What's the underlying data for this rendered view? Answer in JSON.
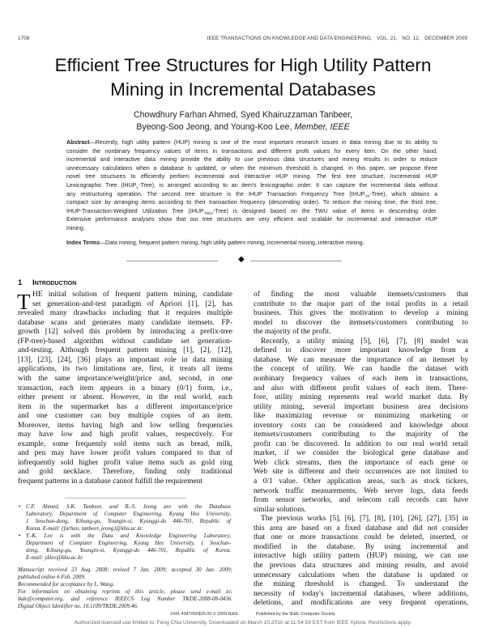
{
  "header": {
    "page_number": "1708",
    "journal": "IEEE TRANSACTIONS ON KNOWLEDGE AND DATA ENGINEERING,   VOL. 21,   NO. 12,   DECEMBER 2009"
  },
  "title": {
    "line1": "Efficient Tree Structures for High Utility Pattern",
    "line2": "Mining in Incremental Databases"
  },
  "authors": {
    "line1": "Chowdhury Farhan Ahmed, Syed Khairuzzaman Tanbeer,",
    "line2": "Byeong-Soo Jeong, and Young-Koo Lee,",
    "membership": "Member, IEEE"
  },
  "abstract": {
    "label": "Abstract",
    "lines": [
      "—Recently, high utility pattern (HUP) mining is one of the most important research issues in data mining due to its ability to",
      "consider the nonbinary frequency values of items in transactions and different profit values for every item. On the other hand,",
      "incremental and interactive data mining provide the ability to use previous data structures and mining results in order to reduce",
      "unnecessary calculations when a database is updated, or when the minimum threshold is changed. In this paper, we propose three",
      "novel tree structures to efficiently perform incremental and interactive HUP mining. The first tree structure, Incremental HUP",
      [
        "Lexicographic Tree (IHUP",
        "L",
        "-Tree), is arranged according to an item's lexicographic order. It can capture the incremental data without"
      ],
      [
        "any restructuring operation. The second tree structure is the IHUP Transaction Frequency Tree (IHUP",
        "TF",
        "-Tree), which obtains a"
      ],
      "compact size by arranging items according to their transaction frequency (descending order). To reduce the mining time, the third tree,",
      [
        "IHUP-Transaction-Weighted Utilization Tree (IHUP",
        "TWU",
        "-Tree) is designed based on the TWU value of items in descending order."
      ],
      "Extensive performance analyses show that our tree structures are very efficient and scalable for incremental and interactive HUP",
      "mining."
    ]
  },
  "index_terms": {
    "label": "Index Terms",
    "text": "—Data mining, frequent pattern mining, high utility pattern mining, incremental mining, interactive mining."
  },
  "section": {
    "number": "1",
    "title": "Introduction"
  },
  "body": {
    "drop_cap": "T",
    "left_lines": [
      "HE initial solution of frequent pattern mining, candidate",
      "set generation-and-test paradigm of Apriori [1], [2], has",
      "revealed many drawbacks including that it requires multiple",
      "database scans and generates many candidate itemsets. FP-",
      "growth [12] solved this problem by introducing a prefix-tree",
      "(FP-tree)-based algorithm without candidate set generation-",
      "and-testing. Although frequent pattern mining [1], [2], [12],",
      "[13], [23], [24], [36] plays an important role in data mining",
      "applications, its two limitations are, first, it treats all items",
      "with the same importance/weight/price and, second, in one",
      "transaction, each item appears in a binary (0/1) form, i.e.,",
      "either present or absent. However, in the real world, each",
      "item in the supermarket has a different importance/price",
      "and one customer can buy multiple copies of an item.",
      "Moreover, items having high and low selling frequencies",
      "may have low and high profit values, respectively. For",
      "example, some frequently sold items such as bread, milk,",
      "and pen may have lower profit values compared to that of",
      "infrequently sold higher profit value items such as gold ring",
      "and gold necklace. Therefore, finding only traditional",
      "frequent patterns in a database cannot fulfill the requirement"
    ],
    "right_lines": [
      "of finding the most valuable itemsets/customers that",
      "contribute to the major part of the total profits in a retail",
      "business. This gives the motivation to develop a mining",
      "model to discover the itemsets/customers contributing to",
      "the majority of the profit.",
      "Recently, a utility mining [5], [6], [7], [8] model was",
      "defined to discover more important knowledge from a",
      "database. We can measure the importance of an itemset by",
      "the concept of utility. We can handle the dataset with",
      "nonbinary frequency values of each item in transactions,",
      "and also with different profit values of each item. There-",
      "fore, utility mining represents real world market data. By",
      "utility mining, several important business area decisions",
      "like maximizing revenue or minimizing marketing or",
      "inventory costs can be considered and knowledge about",
      "itemsets/customers contributing to the majority of the",
      "profit can be discovered. In addition to our real world retail",
      "market, if we consider the biological gene database and",
      "Web click streams, then the importance of each gene or",
      "Web site is different and their occurrences are not limited to",
      "a 0/1 value. Other application areas, such as stock tickers,",
      "network traffic measurements, Web server logs, data feeds",
      "from sensor networks, and telecom call records can have",
      "similar solutions.",
      "The previous works [5], [6], [7], [8], [10], [26], [27], [35] in",
      "this area are based on a fixed database and did not consider",
      "that one or more transactions could be deleted, inserted, or",
      "modified in the database. By using incremental and",
      "interactive high utility pattern (HUP) mining, we can use",
      "the previous data structures and mining results, and avoid",
      "unnecessary calculations when the database is updated or",
      "the mining threshold is changed. To understand the",
      "necessity of today's incremental databases, where additions,",
      "deletions, and modifications are very frequent operations,"
    ]
  },
  "footnotes": {
    "affiliations": [
      "C.F. Ahmed, S.K. Tanbeer, and B.-S. Jeong are with the Database",
      "Laboratory, Department of Computer Engineering, Kyung Hee University,",
      "1 Seochun-dong, Kihung-gu, Youngin-si, Kyunggi-do 446-701, Republic of",
      "Korea. E-mail: {farhan, tanbeer, jeong}@khu.ac.kr.",
      "Y.-K. Lee is with the Data and Knowledge Engineering Laboratory,",
      "Department of Computer Engineering, Kyung Hee University, 1 Seochun-",
      "dong, Kihung-gu, Youngin-si, Kyunggi-do 446-701, Republic of Korea.",
      "E-mail: yklee@khu.ac.kr."
    ],
    "manuscript": [
      "Manuscript received 23 Aug. 2008; revised 7 Jan. 2009; accepted 30 Jan. 2009;",
      "published online 6 Feb. 2009.",
      "Recommended for acceptance by L. Wang.",
      "For information on obtaining reprints of this article, please send e-mail to:",
      "tkde@computer.org, and reference IEEECS Log Number TKDE-2008-08-0436.",
      "Digital Object Identifier no. 10.1109/TKDE.2009.46."
    ]
  },
  "footer": {
    "copyright": "1041-4347/09/$25.00 © 2009 IEEE",
    "publisher": "Published by the IEEE Computer Society",
    "authorized": "Authorized licensed use limited to: Feng Chia University. Downloaded on March 10,2010 at 11:54:59 EST from IEEE Xplore.  Restrictions apply."
  }
}
